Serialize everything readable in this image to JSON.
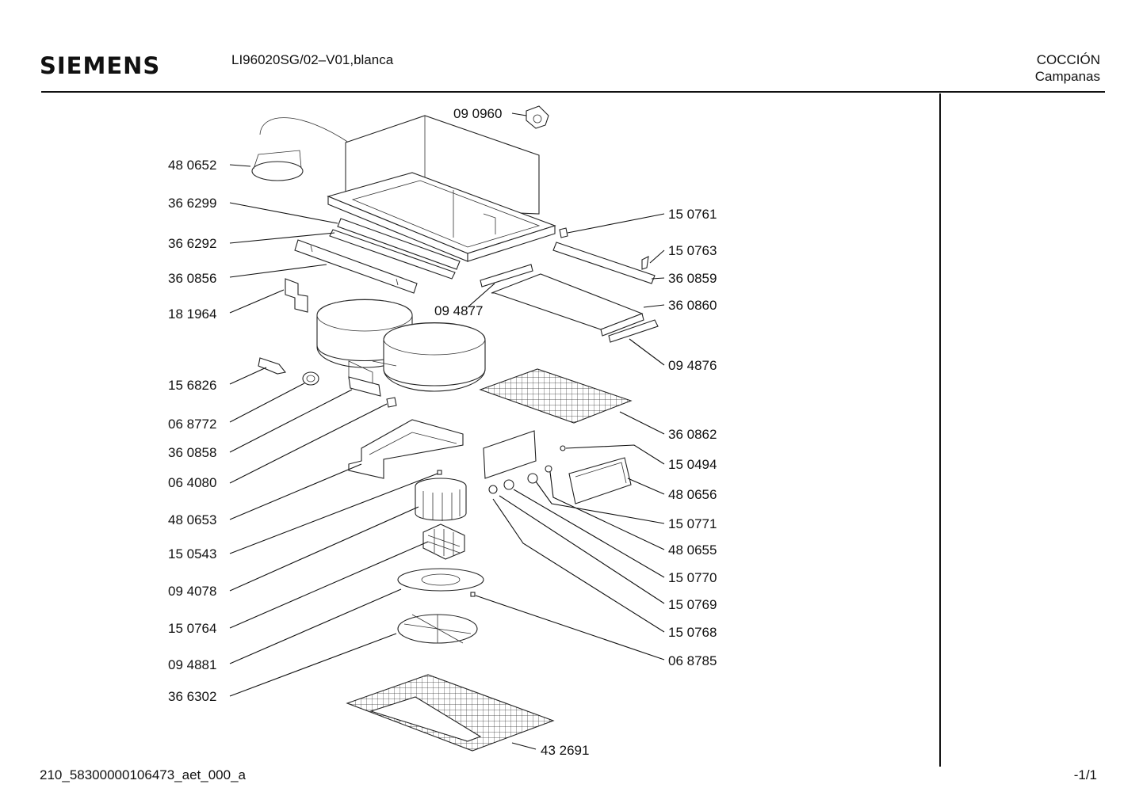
{
  "header": {
    "brand": "SIEMENS",
    "model": "LI96020SG/02–V01,blanca",
    "category": "COCCIÓN",
    "subcategory": "Campanas"
  },
  "footer": {
    "document_id": "210_58300000106473_aet_000_a",
    "page": "-1/1"
  },
  "parts": {
    "p090960": "09 0960",
    "p480652": "48 0652",
    "p366299": "36 6299",
    "p366292": "36 6292",
    "p360856": "36 0856",
    "p181964": "18 1964",
    "p156826": "15 6826",
    "p068772": "06 8772",
    "p360858": "36 0858",
    "p064080": "06 4080",
    "p480653": "48 0653",
    "p150543": "15 0543",
    "p094078": "09 4078",
    "p150764": "15 0764",
    "p094881": "09 4881",
    "p366302": "36 6302",
    "p094877": "09 4877",
    "p150761": "15 0761",
    "p150763": "15 0763",
    "p360859": "36 0859",
    "p360860": "36 0860",
    "p094876": "09 4876",
    "p360862": "36 0862",
    "p150494": "15 0494",
    "p480656": "48 0656",
    "p150771": "15 0771",
    "p480655": "48 0655",
    "p150770": "15 0770",
    "p150769": "15 0769",
    "p150768": "15 0768",
    "p068785": "06 8785",
    "p432691": "43 2691"
  }
}
